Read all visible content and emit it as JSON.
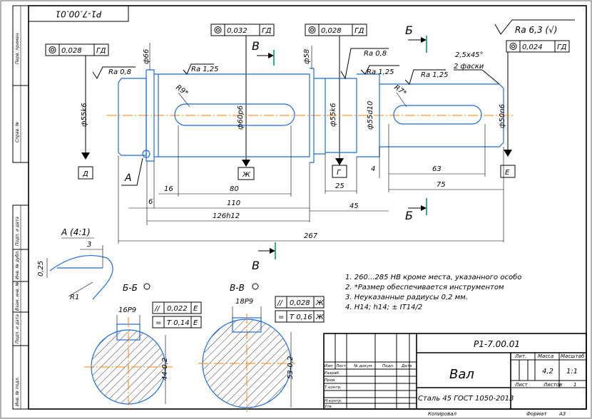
{
  "doc_number_rotated": "Р1-7.00.01",
  "side_stamp": [
    "Перв. примен.",
    "Справ. №",
    "Подп. и дата",
    "Инв. № дубл.",
    "Взам. инв. №",
    "Подп. и дата",
    "Инв. № подл."
  ],
  "tolerance_frames": [
    {
      "value": "0,028",
      "base": "ГД"
    },
    {
      "value": "0,032",
      "base": "ГД"
    },
    {
      "value": "0,028",
      "base": "ГД"
    },
    {
      "value": "0,024",
      "base": "ГД"
    }
  ],
  "roughness": {
    "general": "Ra 6,3 (√)",
    "r1": "Ra 0,8",
    "r2": "Ra 1,25",
    "r3": "Ra 0,8",
    "r4": "Ra 1,25",
    "r5": "Ra 1,25"
  },
  "section_marks": {
    "b_top": "Б",
    "b_bottom": "Б",
    "v_top": "В",
    "v_bottom": "В"
  },
  "chamfer": {
    "line1": "2,5x45°",
    "line2": "2 фаски"
  },
  "diameters": {
    "d66": "ф66",
    "d55k6_left": "ф55k6",
    "d60p6": "ф60р6",
    "d58": "ф58",
    "d55k6_right": "ф55k6",
    "d55d10": "ф55d10",
    "d50n6": "ф50n6"
  },
  "radii": {
    "r9": "R9*",
    "r7": "R7*"
  },
  "datums": {
    "d": "Д",
    "zh": "Ж",
    "g": "Г",
    "e": "Е",
    "a": "А"
  },
  "dimensions": {
    "d16": "16",
    "d80": "80",
    "d6": "6",
    "d110": "110",
    "d126": "126h12",
    "d25": "25",
    "d4": "4",
    "d63": "63",
    "d75": "75",
    "d45": "45",
    "d267": "267"
  },
  "detail_a": {
    "title": "А (4:1)",
    "dim3": "3",
    "dim025": "0,25",
    "r1": "R1"
  },
  "section_bb": {
    "title": "Б-Б",
    "key": "16P9",
    "tol1": {
      "sym": "//",
      "value": "0,022",
      "base": "Е"
    },
    "tol2": {
      "sym": "=",
      "value": "Т 0,14",
      "base": "Е"
    },
    "dim": "44-0,2"
  },
  "section_vv": {
    "title": "В-В",
    "key": "18P9",
    "tol1": {
      "sym": "//",
      "value": "0,028",
      "base": "Ж"
    },
    "tol2": {
      "sym": "=",
      "value": "Т 0,16",
      "base": "Ж"
    },
    "dim": "53-0,2"
  },
  "notes": [
    "1. 260...285 НВ кроме места, указанного особо",
    "2. *Размер обеспечивается инструментом",
    "3. Неуказанные радиусы 0,2 мм.",
    "4. Н14; h14; ± IT14/2"
  ],
  "title_block": {
    "designation": "Р1-7.00.01",
    "name": "Вал",
    "material": "Сталь 45 ГОСТ 1050-2013",
    "lit_h": "Лит.",
    "mass_h": "Масса",
    "scale_h": "Масштаб",
    "mass": "4,2",
    "scale": "1:1",
    "sheet_h": "Лист",
    "sheets_h": "Листов",
    "sheets": "1",
    "col_izm": "Изм",
    "col_list": "Лист",
    "col_doc": "№ докум.",
    "col_podp": "Подп.",
    "col_data": "Дата",
    "role_razrab": "Разраб.",
    "role_prov": "Пров.",
    "role_tkontr": "Т.контр.",
    "role_nkontr": "Н.контр.",
    "role_utv": "Утв."
  },
  "footer": {
    "copied": "Копировал",
    "format": "Формат",
    "format_value": "А3"
  }
}
